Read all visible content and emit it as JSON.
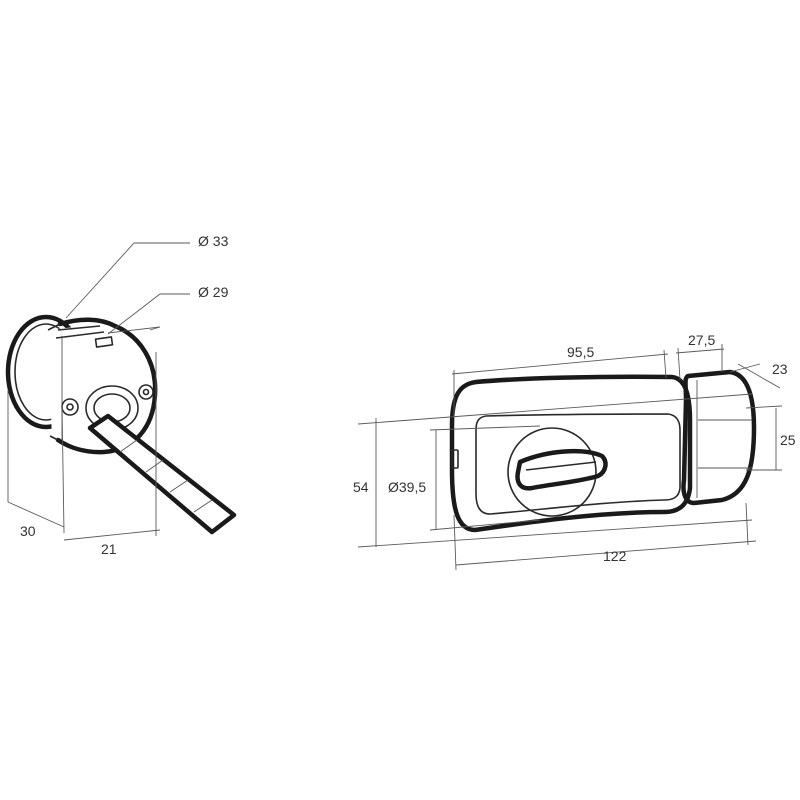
{
  "colors": {
    "stroke": "#1a1a1a",
    "dimension": "#5a5a5a",
    "background": "#ffffff"
  },
  "cylinder_view": {
    "labels": {
      "outer_diameter": "Ø 33",
      "inner_diameter": "Ø 29",
      "length": "30",
      "depth": "21"
    }
  },
  "lock_body_view": {
    "labels": {
      "body_length": "95,5",
      "keeper_length": "27,5",
      "keeper_depth": "23",
      "keeper_height": "25",
      "height": "54",
      "rosette_diameter": "Ø39,5",
      "total_length": "122"
    }
  }
}
